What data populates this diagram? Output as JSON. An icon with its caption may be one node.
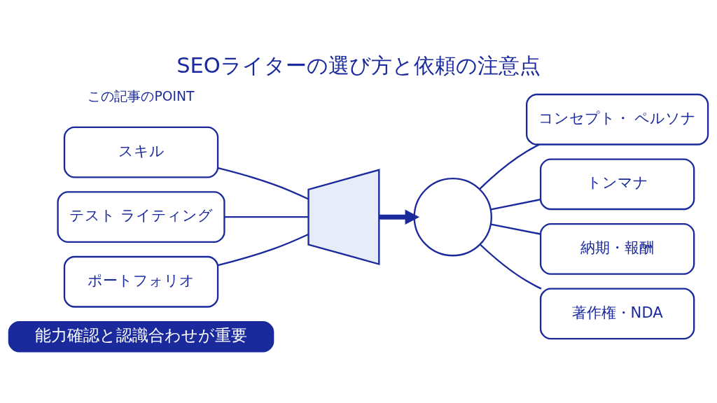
{
  "diagram": {
    "title": "SEOライターの選び方と依頼の注意点",
    "nodes": [
      {
        "text": [
          "能力確認と認識合わせが重要"
        ]
      },
      {
        "text": [
          "スキル"
        ]
      },
      {
        "text": [
          "テスト ライティング"
        ]
      },
      {
        "text": [
          "ポートフォリオ"
        ]
      },
      {
        "text": [],
        "shape": "trapezium"
      },
      {
        "text": [],
        "shape": "circle"
      },
      {
        "text": [
          "コンセプト・ ペルソナ"
        ]
      },
      {
        "text": [
          "トンマナ"
        ]
      },
      {
        "text": [
          "納期・報酬"
        ]
      },
      {
        "text": [
          "著作権・NDA"
        ]
      }
    ],
    "edges": [
      {
        "from": 1,
        "to": 4,
        "arrow": "none"
      },
      {
        "from": 2,
        "to": 4,
        "arrow": "none"
      },
      {
        "from": 3,
        "to": 4,
        "arrow": "none"
      },
      {
        "from": 4,
        "to": 5,
        "arrow": "to",
        "style": "thick"
      },
      {
        "from": 5,
        "to": 6,
        "arrow": "none"
      },
      {
        "from": 5,
        "to": 7,
        "arrow": "none"
      },
      {
        "from": 5,
        "to": 8,
        "arrow": "none"
      },
      {
        "from": 5,
        "to": 9,
        "arrow": "none"
      }
    ],
    "labels": [
      "この記事のPOINT"
    ]
  }
}
